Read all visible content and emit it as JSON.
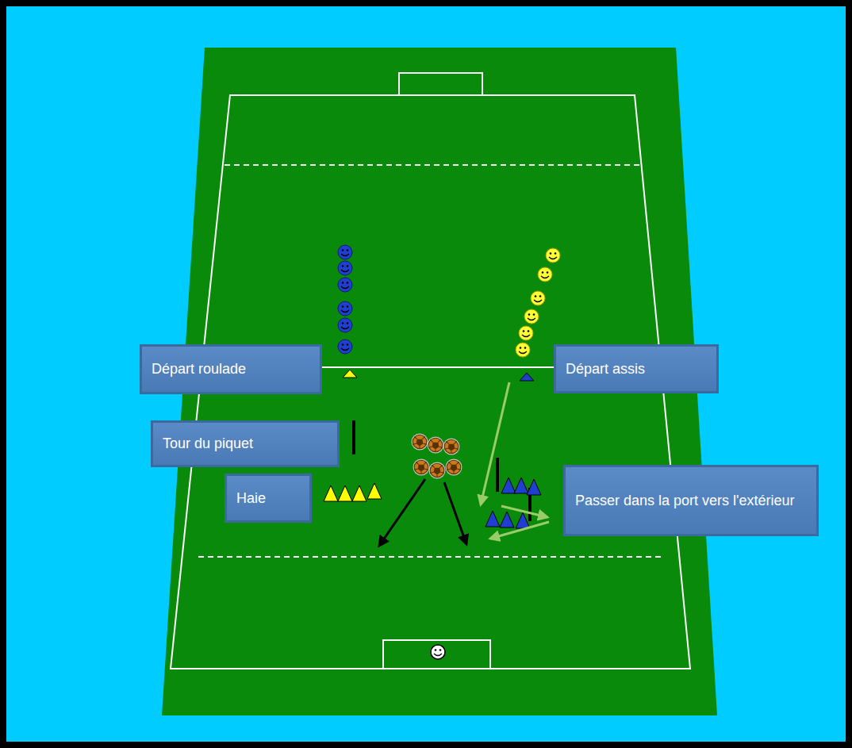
{
  "diagram": {
    "nodes": [
      {
        "text": [
          "Départ roulade"
        ]
      },
      {
        "text": [
          "Départ assis"
        ]
      },
      {
        "text": [
          "Tour du piquet"
        ]
      },
      {
        "text": [
          "Haie"
        ]
      },
      {
        "text": [
          "Passer dans la port vers l'extérieur"
        ]
      }
    ]
  }
}
